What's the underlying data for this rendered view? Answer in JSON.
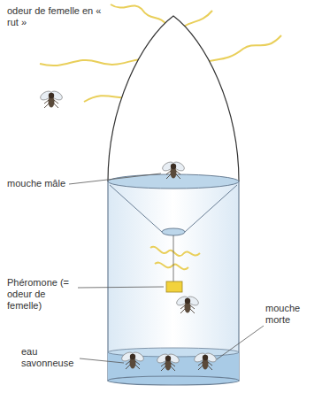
{
  "diagram": {
    "labels": [
      "odeur de femelle en « rut »",
      "mouche mâle",
      "Phéromone (= odeur de femelle)",
      "eau savonneuse",
      "mouche morte"
    ]
  }
}
